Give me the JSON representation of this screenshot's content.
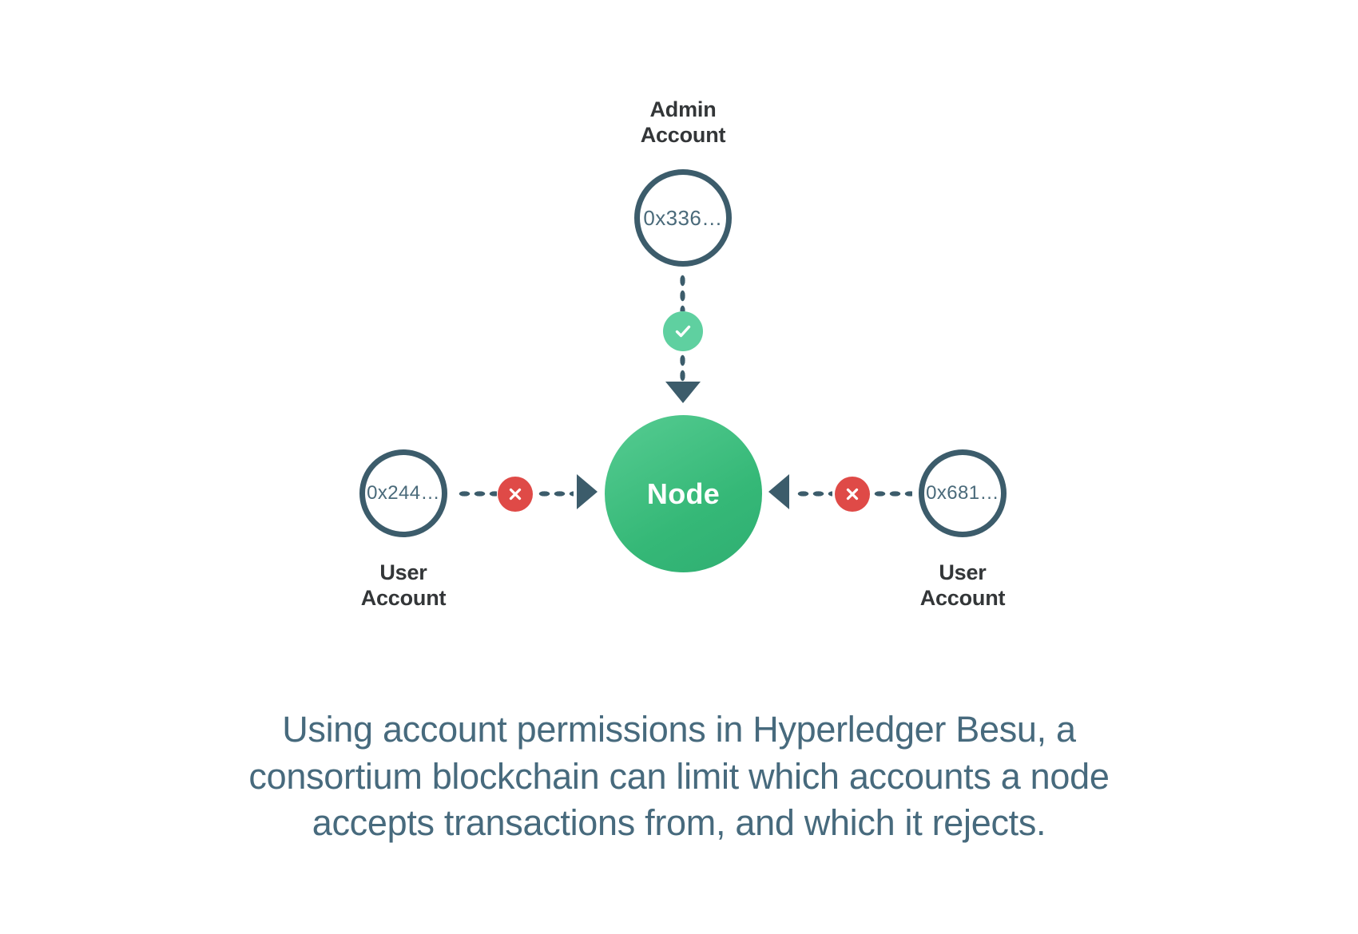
{
  "diagram": {
    "admin": {
      "label": "Admin\nAccount",
      "address": "0x336…",
      "permission": "allowed",
      "badge_icon": "check-icon"
    },
    "node": {
      "label": "Node"
    },
    "left_user": {
      "label": "User\nAccount",
      "address": "0x244…",
      "permission": "rejected",
      "badge_icon": "x-icon"
    },
    "right_user": {
      "label": "User\nAccount",
      "address": "0x681…",
      "permission": "rejected",
      "badge_icon": "x-icon"
    }
  },
  "caption": {
    "text": "Using account permissions in Hyperledger Besu, a consortium blockchain can limit which accounts a node accepts transactions from, and which it rejects."
  },
  "colors": {
    "node_green": "#35B877",
    "allow_green": "#5FD0A0",
    "deny_red": "#DF4A47",
    "slate": "#3C5C6B",
    "caption_blue": "#476A7D",
    "label_dark": "#333638",
    "background": "#FFFFFF"
  }
}
